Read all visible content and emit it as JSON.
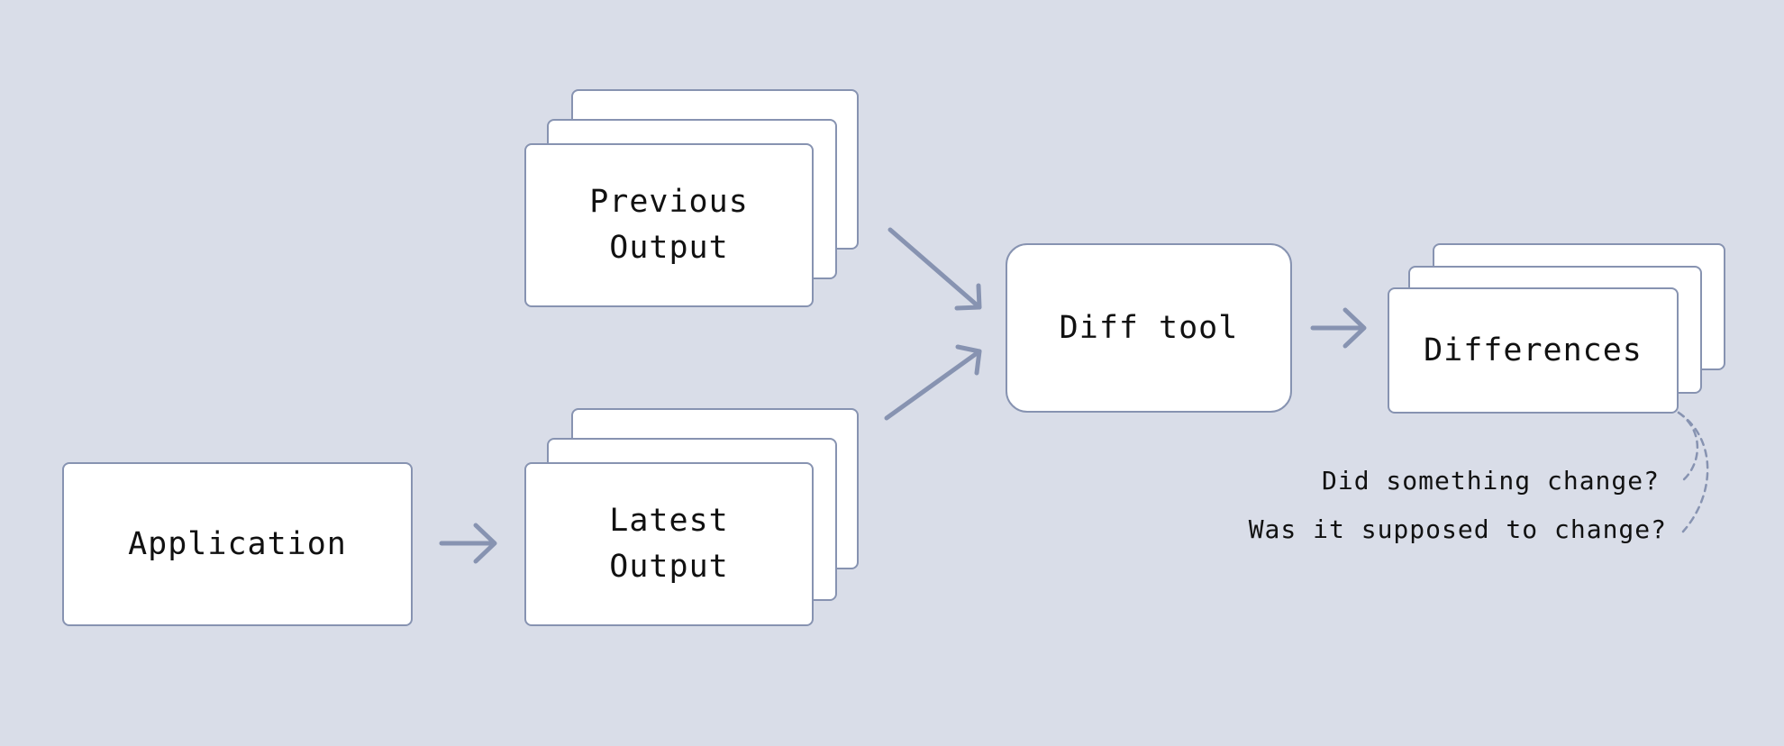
{
  "nodes": {
    "application": {
      "label": "Application"
    },
    "previous_output": {
      "line1": "Previous",
      "line2": "Output"
    },
    "latest_output": {
      "line1": "Latest",
      "line2": "Output"
    },
    "diff_tool": {
      "label": "Diff tool"
    },
    "differences": {
      "label": "Differences"
    }
  },
  "annotations": {
    "question1": "Did something change?",
    "question2": "Was it supposed to change?"
  },
  "colors": {
    "background": "#d9dde8",
    "stroke": "#8793b1",
    "box_fill": "#ffffff",
    "text": "#111111"
  }
}
